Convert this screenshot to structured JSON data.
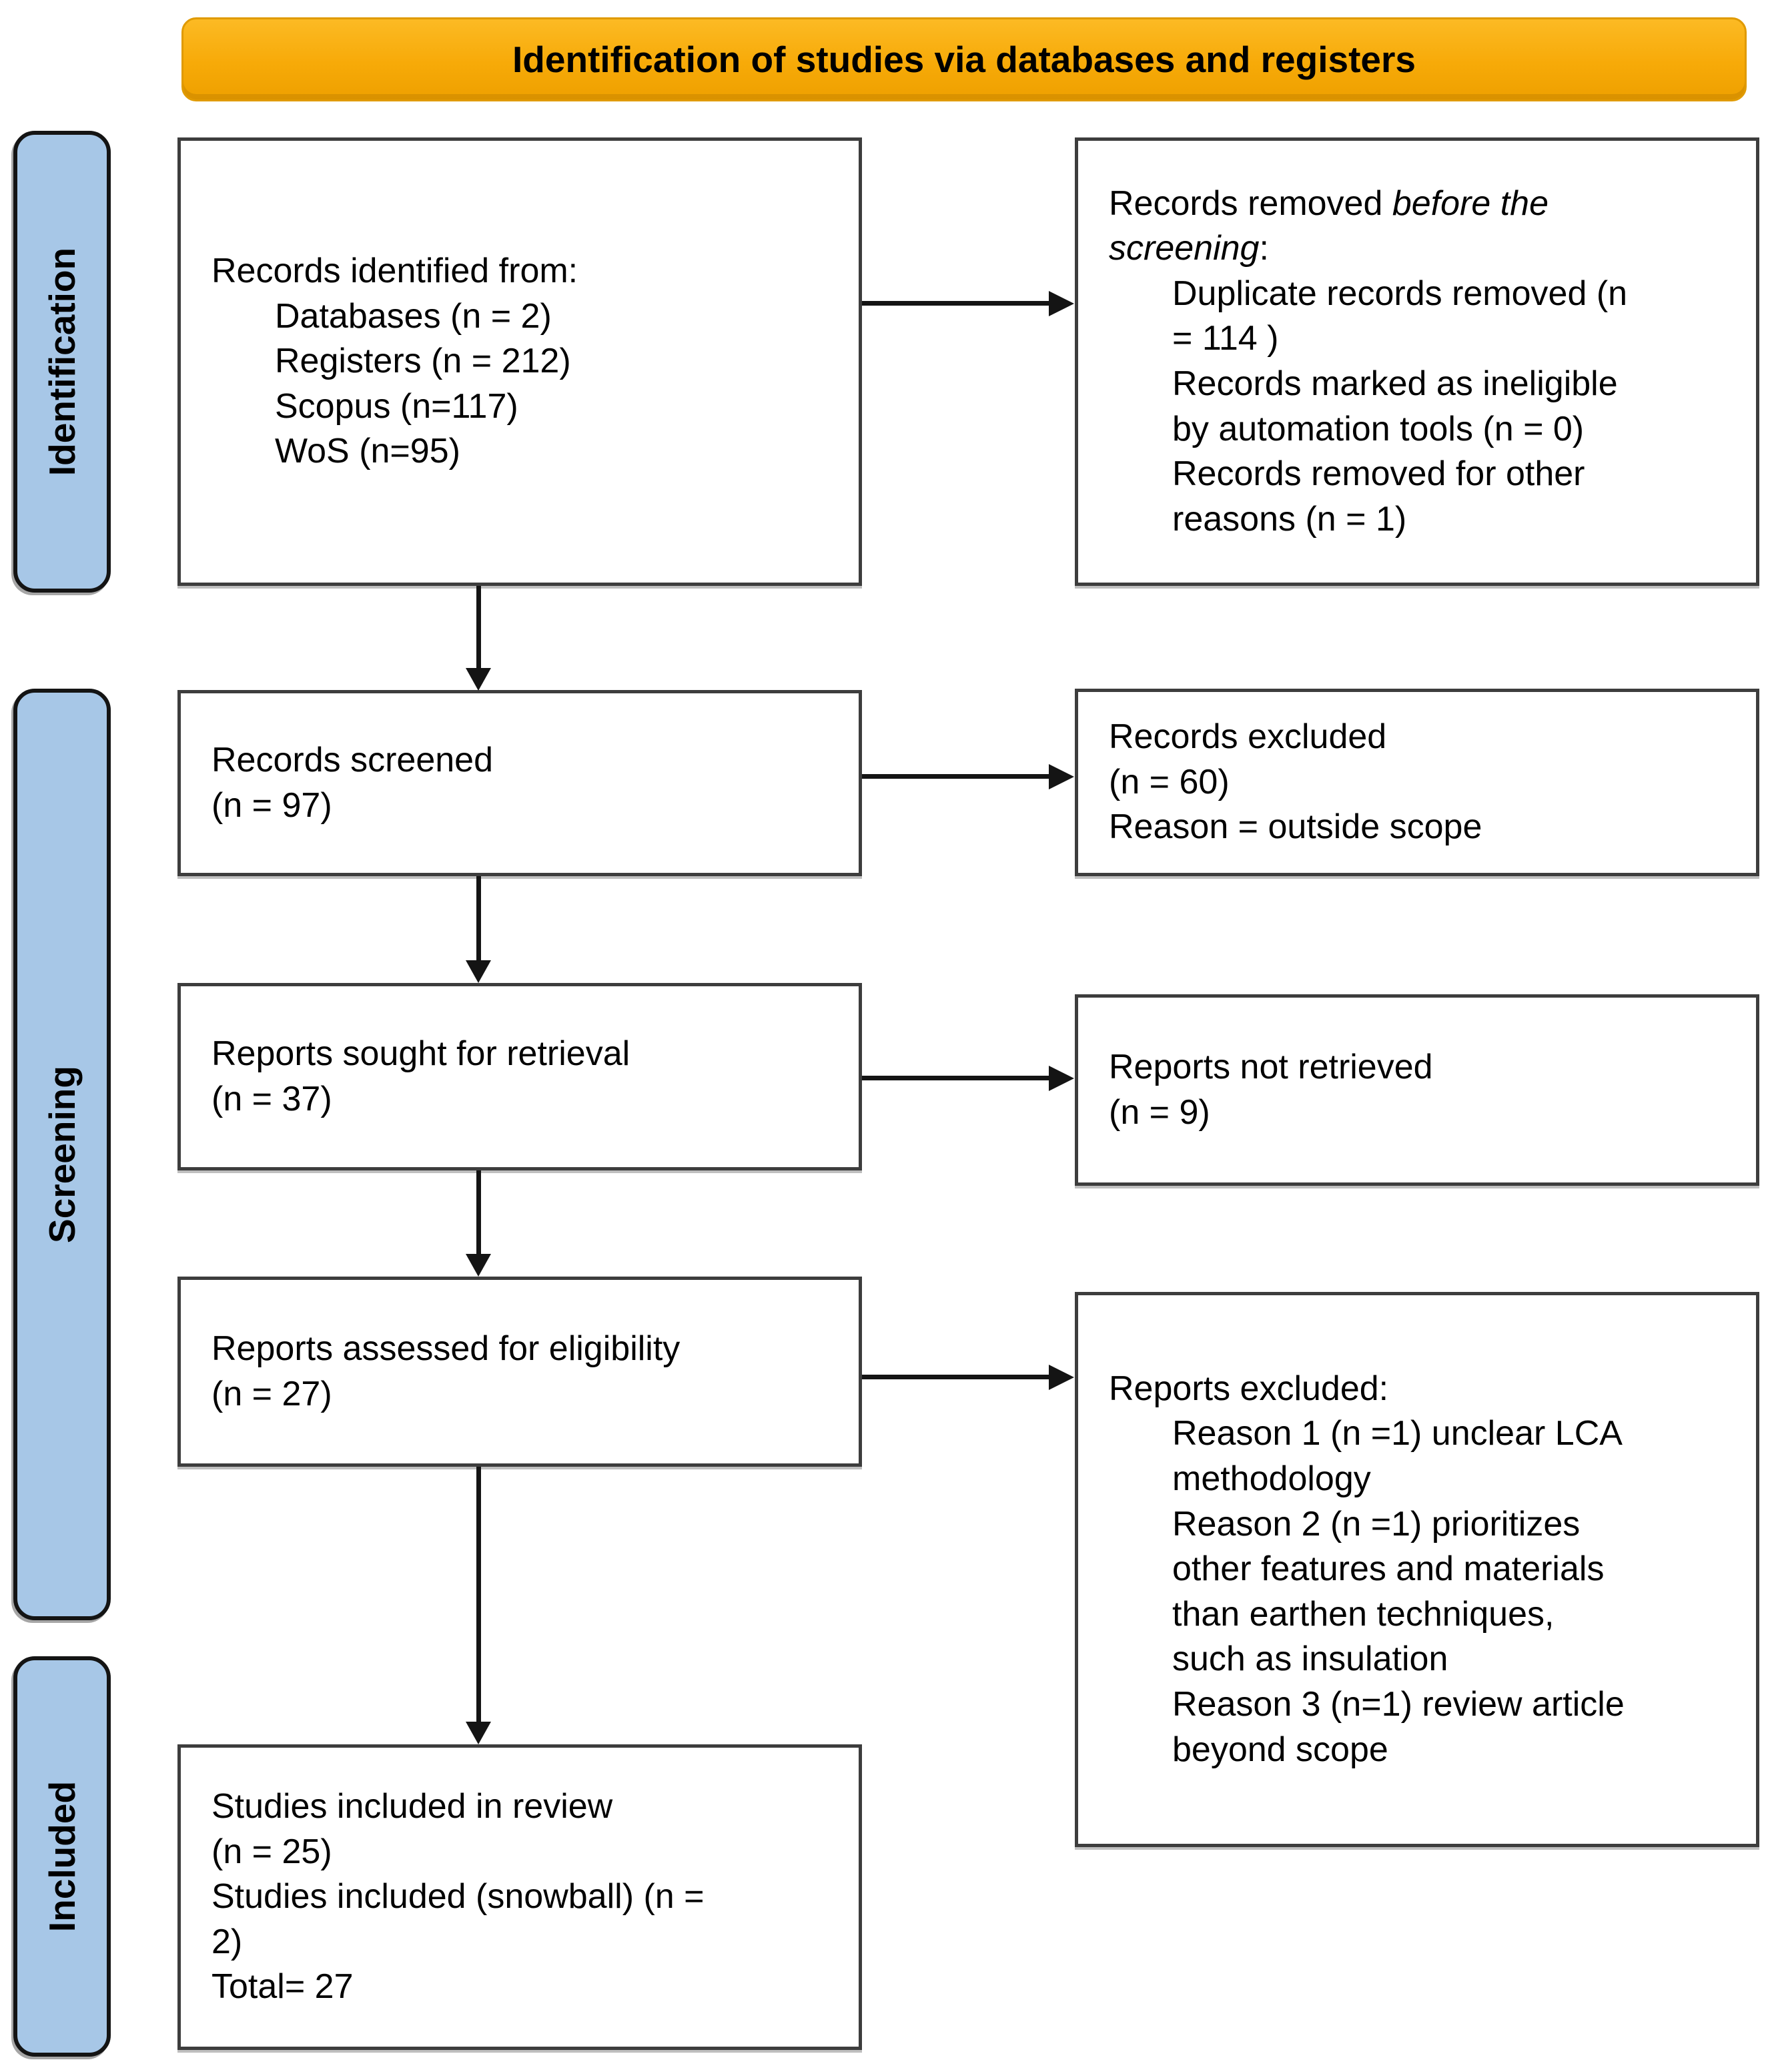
{
  "header": {
    "title": "Identification of studies via databases and registers"
  },
  "sidebar": {
    "stages": [
      {
        "label": "Identification"
      },
      {
        "label": "Screening"
      },
      {
        "label": "Included"
      }
    ]
  },
  "colors": {
    "banner_bg": "#f7aa08",
    "banner_border": "#e09a00",
    "stage_bg": "#a7c7e7",
    "box_border": "#3d3d3d",
    "arrow": "#141414"
  },
  "boxes": {
    "records_identified": {
      "lines": [
        {
          "indent": 0,
          "segments": [
            {
              "text": "Records identified from:"
            }
          ]
        },
        {
          "indent": 1,
          "segments": [
            {
              "text": "Databases (n = 2)"
            }
          ]
        },
        {
          "indent": 1,
          "segments": [
            {
              "text": "Registers (n = 212)"
            }
          ]
        },
        {
          "indent": 1,
          "segments": [
            {
              "text": "Scopus (n=117)"
            }
          ]
        },
        {
          "indent": 1,
          "segments": [
            {
              "text": "WoS (n=95)"
            }
          ]
        }
      ]
    },
    "records_removed": {
      "lines": [
        {
          "indent": 0,
          "segments": [
            {
              "text": "Records removed "
            },
            {
              "text": "before the",
              "italic": true
            }
          ]
        },
        {
          "indent": 0,
          "segments": [
            {
              "text": "screening",
              "italic": true
            },
            {
              "text": ":"
            }
          ]
        },
        {
          "indent": 1,
          "segments": [
            {
              "text": "Duplicate records removed (n"
            }
          ]
        },
        {
          "indent": 1,
          "segments": [
            {
              "text": "= 114 )"
            }
          ]
        },
        {
          "indent": 1,
          "segments": [
            {
              "text": "Records marked as ineligible"
            }
          ]
        },
        {
          "indent": 1,
          "segments": [
            {
              "text": "by automation tools (n = 0)"
            }
          ]
        },
        {
          "indent": 1,
          "segments": [
            {
              "text": "Records removed for other"
            }
          ]
        },
        {
          "indent": 1,
          "segments": [
            {
              "text": "reasons (n = 1)"
            }
          ]
        }
      ]
    },
    "records_screened": {
      "lines": [
        {
          "indent": 0,
          "segments": [
            {
              "text": "Records screened"
            }
          ]
        },
        {
          "indent": 0,
          "segments": [
            {
              "text": "(n = 97)"
            }
          ]
        }
      ]
    },
    "records_excluded": {
      "lines": [
        {
          "indent": 0,
          "segments": [
            {
              "text": "Records excluded"
            }
          ]
        },
        {
          "indent": 0,
          "segments": [
            {
              "text": "(n = 60)"
            }
          ]
        },
        {
          "indent": 0,
          "segments": [
            {
              "text": "Reason = outside scope"
            }
          ]
        }
      ]
    },
    "reports_sought": {
      "lines": [
        {
          "indent": 0,
          "segments": [
            {
              "text": "Reports sought for retrieval"
            }
          ]
        },
        {
          "indent": 0,
          "segments": [
            {
              "text": "(n = 37)"
            }
          ]
        }
      ]
    },
    "reports_not_retrieved": {
      "lines": [
        {
          "indent": 0,
          "segments": [
            {
              "text": "Reports not retrieved"
            }
          ]
        },
        {
          "indent": 0,
          "segments": [
            {
              "text": "(n = 9)"
            }
          ]
        }
      ]
    },
    "reports_assessed": {
      "lines": [
        {
          "indent": 0,
          "segments": [
            {
              "text": "Reports assessed for eligibility"
            }
          ]
        },
        {
          "indent": 0,
          "segments": [
            {
              "text": "(n = 27)"
            }
          ]
        }
      ]
    },
    "reports_excluded": {
      "lines": [
        {
          "indent": 0,
          "segments": [
            {
              "text": "Reports excluded:"
            }
          ]
        },
        {
          "indent": 1,
          "segments": [
            {
              "text": "Reason 1 (n =1) unclear LCA"
            }
          ]
        },
        {
          "indent": 1,
          "segments": [
            {
              "text": "methodology"
            }
          ]
        },
        {
          "indent": 1,
          "segments": [
            {
              "text": "Reason 2 (n =1) prioritizes"
            }
          ]
        },
        {
          "indent": 1,
          "segments": [
            {
              "text": "other features and materials"
            }
          ]
        },
        {
          "indent": 1,
          "segments": [
            {
              "text": "than earthen techniques,"
            }
          ]
        },
        {
          "indent": 1,
          "segments": [
            {
              "text": "such as insulation"
            }
          ]
        },
        {
          "indent": 1,
          "segments": [
            {
              "text": "Reason 3 (n=1) review article"
            }
          ]
        },
        {
          "indent": 1,
          "segments": [
            {
              "text": "beyond scope"
            }
          ]
        }
      ]
    },
    "studies_included": {
      "lines": [
        {
          "indent": 0,
          "segments": [
            {
              "text": "Studies included in review"
            }
          ]
        },
        {
          "indent": 0,
          "segments": [
            {
              "text": "(n = 25)"
            }
          ]
        },
        {
          "indent": 0,
          "segments": [
            {
              "text": "Studies included (snowball) (n ="
            }
          ]
        },
        {
          "indent": 0,
          "segments": [
            {
              "text": "2)"
            }
          ]
        },
        {
          "indent": 0,
          "segments": [
            {
              "text": "Total= 27"
            }
          ]
        }
      ]
    }
  }
}
